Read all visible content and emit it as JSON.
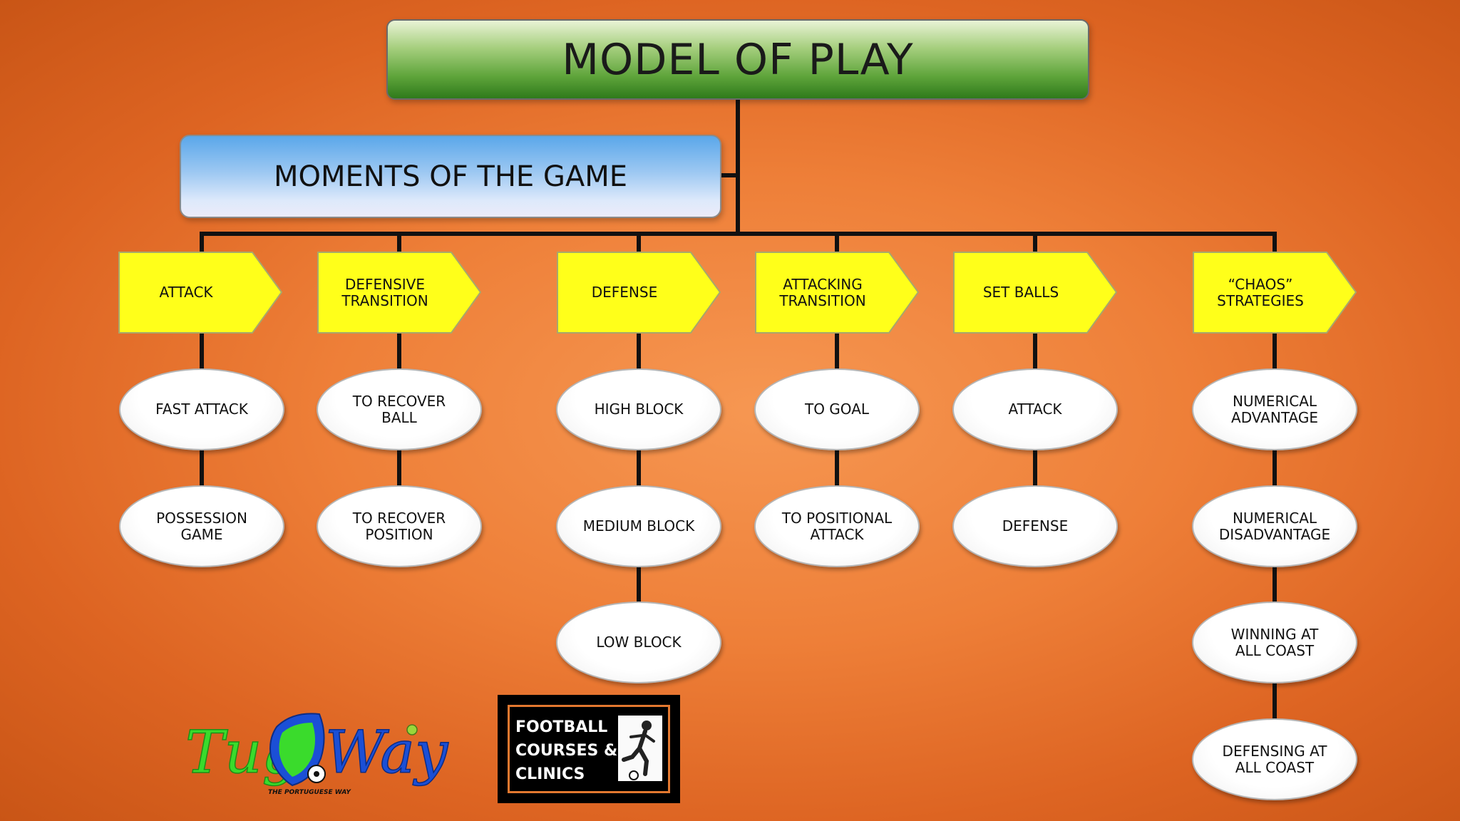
{
  "title": "MODEL OF PLAY",
  "moments": "MOMENTS OF THE GAME",
  "categories": [
    {
      "label": "ATTACK",
      "items": [
        "FAST ATTACK",
        "POSSESSION\nGAME"
      ]
    },
    {
      "label": "DEFENSIVE\nTRANSITION",
      "items": [
        "TO RECOVER\nBALL",
        "TO RECOVER\nPOSITION"
      ]
    },
    {
      "label": "DEFENSE",
      "items": [
        "HIGH BLOCK",
        "MEDIUM BLOCK",
        "LOW BLOCK"
      ]
    },
    {
      "label": "ATTACKING\nTRANSITION",
      "items": [
        "TO GOAL",
        "TO POSITIONAL\nATTACK"
      ]
    },
    {
      "label": "SET BALLS",
      "items": [
        "ATTACK",
        "DEFENSE"
      ]
    },
    {
      "label": "“CHAOS”\nSTRATEGIES",
      "items": [
        "NUMERICAL\nADVANTAGE",
        "NUMERICAL\nDISADVANTAGE",
        "WINNING AT\nALL COAST",
        "DEFENSING AT\nALL COAST"
      ]
    }
  ],
  "logos": {
    "tuga_logo": {
      "word_left": "Tug",
      "word_right": "Way",
      "tagline": "THE PORTUGUESE WAY"
    },
    "fcc_logo": {
      "text": "FOOTBALL\nCOURSES &\nCLINICS"
    }
  },
  "colors": {
    "category_fill": "#ffff1a",
    "title_green": "#3d8a24",
    "moments_blue": "#5aa7ea",
    "connector": "#111111",
    "logo_green": "#3adb2c",
    "logo_blue": "#1b4fd6",
    "fcc_border": "#e3782f"
  }
}
